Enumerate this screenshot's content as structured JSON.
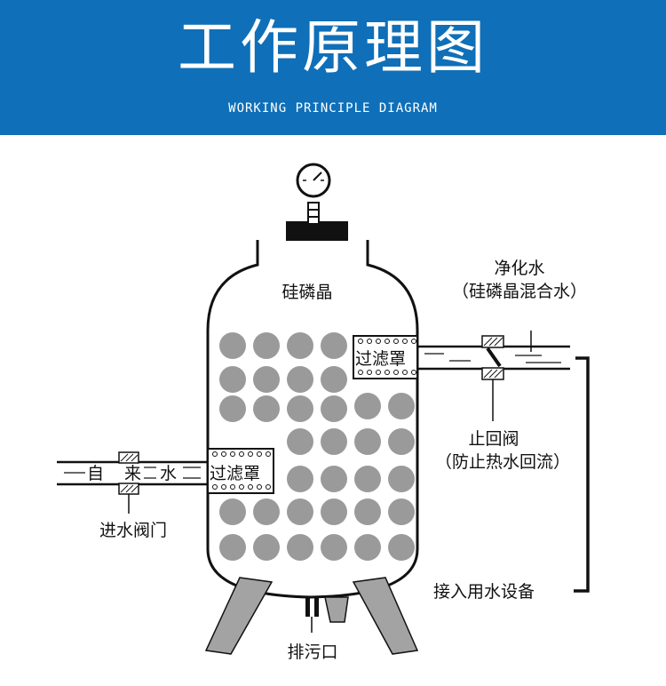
{
  "header": {
    "title": "工作原理图",
    "subtitle": "WORKING PRINCIPLE DIAGRAM",
    "bg_color": "#0f6fb8"
  },
  "labels": {
    "crystal": "硅磷晶",
    "filter_top": "过滤罩",
    "filter_left": "过滤罩",
    "inlet_1": "自",
    "inlet_2": "来",
    "inlet_3": "水",
    "outlet_line1": "净化水",
    "outlet_line2": "（硅磷晶混合水）",
    "check_valve_line1": "止回阀",
    "check_valve_line2": "（防止热水回流）",
    "inlet_valve": "进水阀门",
    "equipment": "接入用水设备",
    "drain": "排污口"
  },
  "icons": {
    "gauge": "pressure-gauge-icon",
    "valve": "valve-icon"
  }
}
